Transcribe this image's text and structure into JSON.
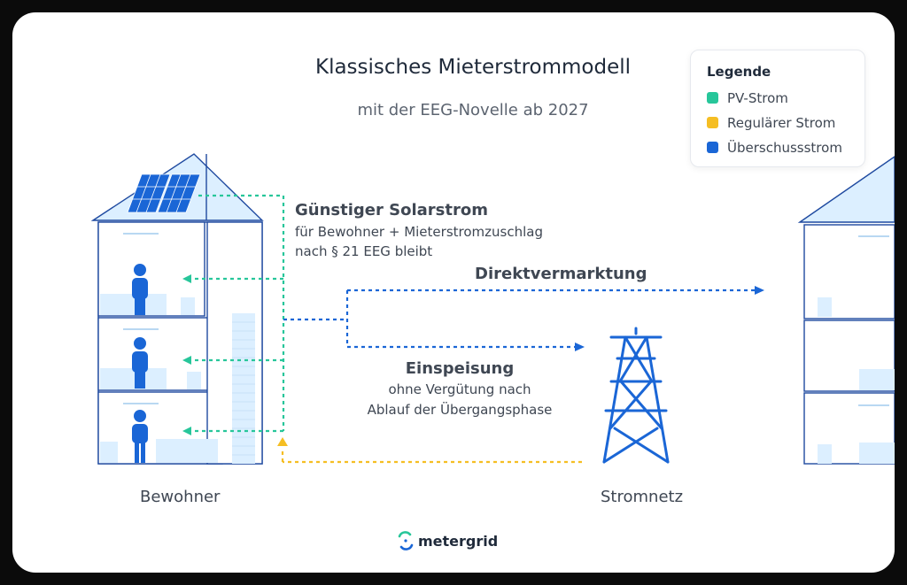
{
  "diagram": {
    "title": "Klassisches Mieterstrommodell",
    "subtitle": "mit der EEG-Novelle ab 2027",
    "legend": {
      "title": "Legende",
      "items": [
        {
          "label": "PV-Strom",
          "color": "#27c69a"
        },
        {
          "label": "Regulärer Strom",
          "color": "#f5be23"
        },
        {
          "label": "Überschussstrom",
          "color": "#1a66d6"
        }
      ]
    },
    "solar": {
      "heading": "Günstiger Solarstrom",
      "line1": "für Bewohner + Mieterstromzuschlag",
      "line2": "nach § 21 EEG bleibt"
    },
    "direct": {
      "heading": "Direktvermarktung"
    },
    "feed_in": {
      "heading": "Einspeisung",
      "line1": "ohne Vergütung nach",
      "line2": "Ablauf der Übergangsphase"
    },
    "residents_label": "Bewohner",
    "grid_label": "Stromnetz",
    "logo": "metergrid",
    "colors": {
      "line": "#1f4aa0",
      "fill": "#dcefff",
      "person": "#1a66d6"
    }
  }
}
